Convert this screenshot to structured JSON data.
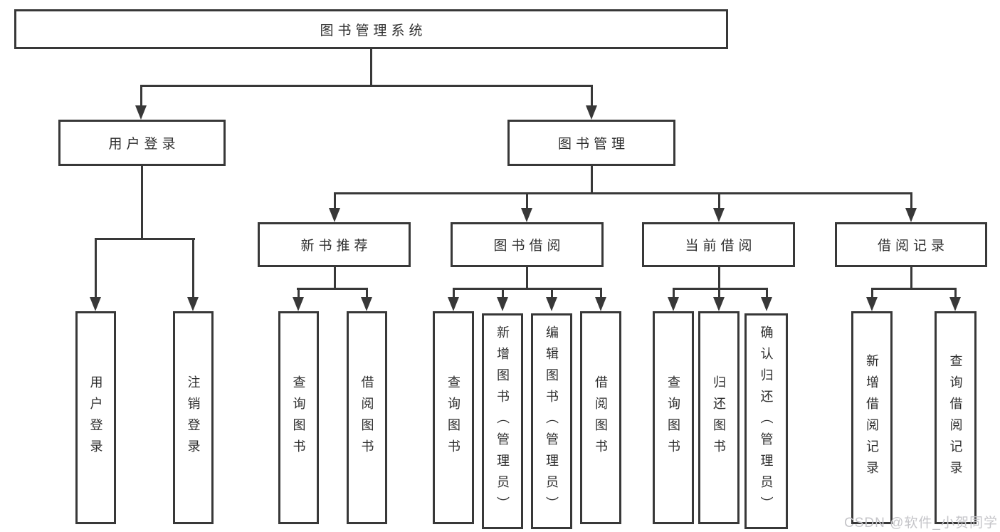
{
  "diagram": {
    "root": {
      "label": "图书管理系统"
    },
    "branches": [
      {
        "label": "用户登录",
        "children": [
          {
            "label": "用户登录"
          },
          {
            "label": "注销登录"
          }
        ]
      },
      {
        "label": "图书管理",
        "children": [
          {
            "label": "新书推荐",
            "children": [
              {
                "label": "查询图书"
              },
              {
                "label": "借阅图书"
              }
            ]
          },
          {
            "label": "图书借阅",
            "children": [
              {
                "label": "查询图书"
              },
              {
                "label": "新增图书（管理员）"
              },
              {
                "label": "编辑图书（管理员）"
              },
              {
                "label": "借阅图书"
              }
            ]
          },
          {
            "label": "当前借阅",
            "children": [
              {
                "label": "查询图书"
              },
              {
                "label": "归还图书"
              },
              {
                "label": "确认归还（管理员）"
              }
            ]
          },
          {
            "label": "借阅记录",
            "children": [
              {
                "label": "新增借阅记录"
              },
              {
                "label": "查询借阅记录"
              }
            ]
          }
        ]
      }
    ],
    "watermark": "CSDN @软件_小贺同学"
  }
}
